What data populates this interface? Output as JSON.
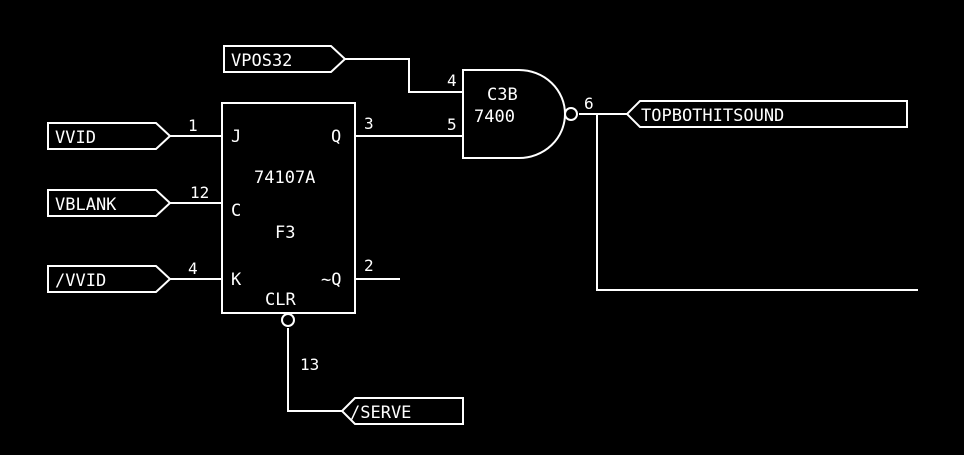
{
  "colors": {
    "background": "#000000",
    "stroke": "#ffffff"
  },
  "flipflop": {
    "part": "74107A",
    "refdes": "F3",
    "pins": {
      "j": {
        "label": "J",
        "number": "1"
      },
      "c": {
        "label": "C",
        "number": "12"
      },
      "k": {
        "label": "K",
        "number": "4"
      },
      "q": {
        "label": "Q",
        "number": "3"
      },
      "qbar": {
        "label": "~Q",
        "number": "2"
      },
      "clr": {
        "label": "CLR",
        "number": "13"
      }
    }
  },
  "nand_gate": {
    "refdes": "C3B",
    "part": "7400",
    "pins": {
      "in_a": {
        "number": "4"
      },
      "in_b": {
        "number": "5"
      },
      "out": {
        "number": "6"
      }
    }
  },
  "ports": {
    "vpos32": {
      "name": "VPOS32",
      "direction": "input"
    },
    "vvid": {
      "name": "VVID",
      "direction": "input"
    },
    "vblank": {
      "name": "VBLANK",
      "direction": "input"
    },
    "nvvid": {
      "name": "/VVID",
      "direction": "input"
    },
    "nserve": {
      "name": "/SERVE",
      "direction": "input"
    },
    "topbothitsound": {
      "name": "TOPBOTHITSOUND",
      "direction": "output"
    }
  }
}
